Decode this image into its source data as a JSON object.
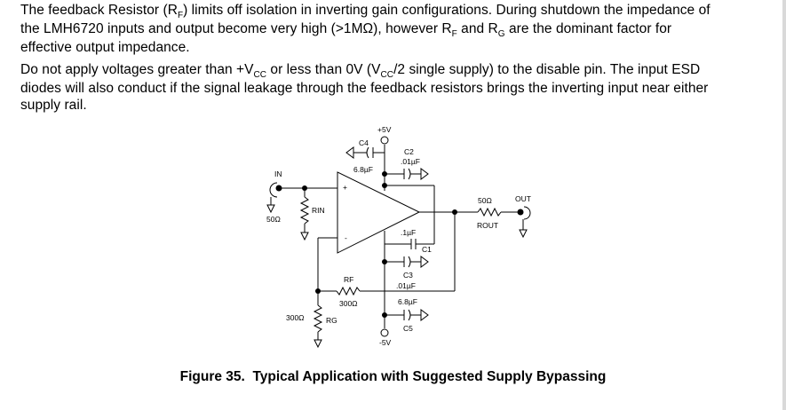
{
  "document": {
    "para1": {
      "line1_a": "The feedback Resistor (R",
      "line1_sub": "F",
      "line1_b": ") limits off isolation in inverting gain configurations. During shutdown the impedance of",
      "line2_a": "the LMH6720 inputs and output become very high (>1MΩ), however R",
      "line2_sub1": "F",
      "line2_b": " and R",
      "line2_sub2": "G",
      "line2_c": " are the dominant factor for",
      "line3": "effective output impedance."
    },
    "para2": {
      "line1_a": "Do not apply voltages greater than +V",
      "line1_sub1": "CC",
      "line1_b": " or less than 0V (V",
      "line1_sub2": "CC",
      "line1_c": "/2 single supply) to the disable pin. The input ESD",
      "line2": "diodes will also conduct if the signal leakage through the feedback resistors brings the inverting input near either",
      "line3": "supply rail."
    },
    "figure": {
      "caption": "Figure 35.  Typical Application with Suggested Supply Bypassing",
      "labels": {
        "pos_supply": "+5V",
        "neg_supply": "-5V",
        "c4": "C4",
        "c4_value": "6.8µF",
        "c2": "C2",
        "c2_value": ".01µF",
        "in": "IN",
        "in_term": "50Ω",
        "rin": "RIN",
        "plus": "+",
        "minus": "-",
        "c1_value": ".1µF",
        "c1": "C1",
        "c3": "C3",
        "c3_value": ".01µF",
        "rf": "RF",
        "rf_value": "300Ω",
        "c5_value": "6.8µF",
        "c5": "C5",
        "rg_value": "300Ω",
        "rg": "RG",
        "rout_value": "50Ω",
        "rout": "ROUT",
        "out": "OUT"
      }
    }
  }
}
